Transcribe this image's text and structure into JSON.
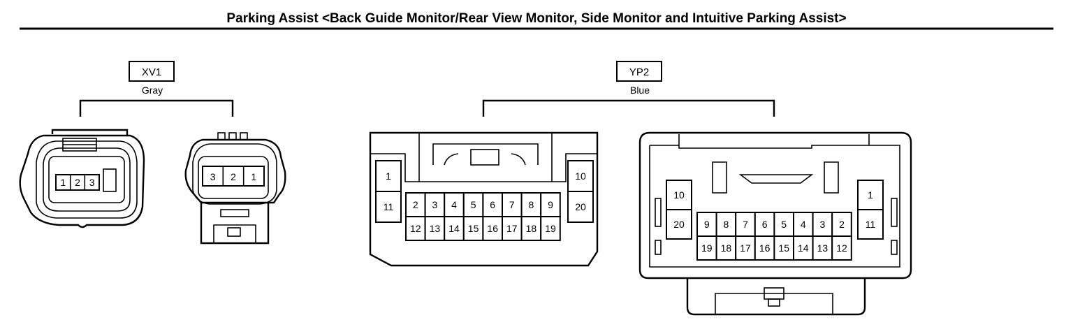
{
  "title": "Parking Assist <Back Guide Monitor/Rear View Monitor, Side Monitor and Intuitive Parking Assist>",
  "connectors": [
    {
      "code": "XV1",
      "color": "Gray",
      "views": [
        {
          "pins": [
            "1",
            "2",
            "3"
          ]
        },
        {
          "pins": [
            "3",
            "2",
            "1"
          ]
        }
      ]
    },
    {
      "code": "YP2",
      "color": "Blue",
      "views": [
        {
          "left_column": [
            "1",
            "11"
          ],
          "top_row": [
            "2",
            "3",
            "4",
            "5",
            "6",
            "7",
            "8",
            "9"
          ],
          "bottom_row": [
            "12",
            "13",
            "14",
            "15",
            "16",
            "17",
            "18",
            "19"
          ],
          "right_column": [
            "10",
            "20"
          ]
        },
        {
          "left_column": [
            "10",
            "20"
          ],
          "top_row": [
            "9",
            "8",
            "7",
            "6",
            "5",
            "4",
            "3",
            "2"
          ],
          "bottom_row": [
            "19",
            "18",
            "17",
            "16",
            "15",
            "14",
            "13",
            "12"
          ],
          "right_column": [
            "1",
            "11"
          ]
        }
      ]
    }
  ]
}
